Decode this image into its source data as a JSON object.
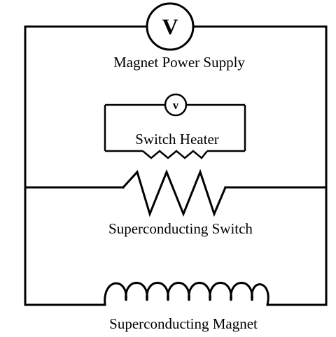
{
  "labels": {
    "power_supply": "Magnet Power Supply",
    "switch_heater": "Switch Heater",
    "superconducting_switch": "Superconducting Switch",
    "superconducting_magnet": "Superconducting Magnet"
  },
  "meters": {
    "main_voltmeter": "V",
    "heater_voltmeter": "v"
  },
  "colors": {
    "line": "#000000",
    "background": "#ffffff"
  }
}
